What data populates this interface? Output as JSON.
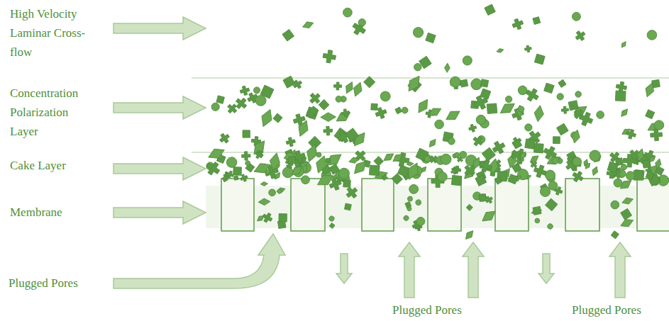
{
  "diagram": {
    "labels": [
      "High Velocity Laminar Cross-flow",
      "Concentration Polarization Layer",
      "Cake Layer",
      "Membrane",
      "Plugged Pores",
      "Plugged Pores",
      "Plugged Pores"
    ]
  }
}
